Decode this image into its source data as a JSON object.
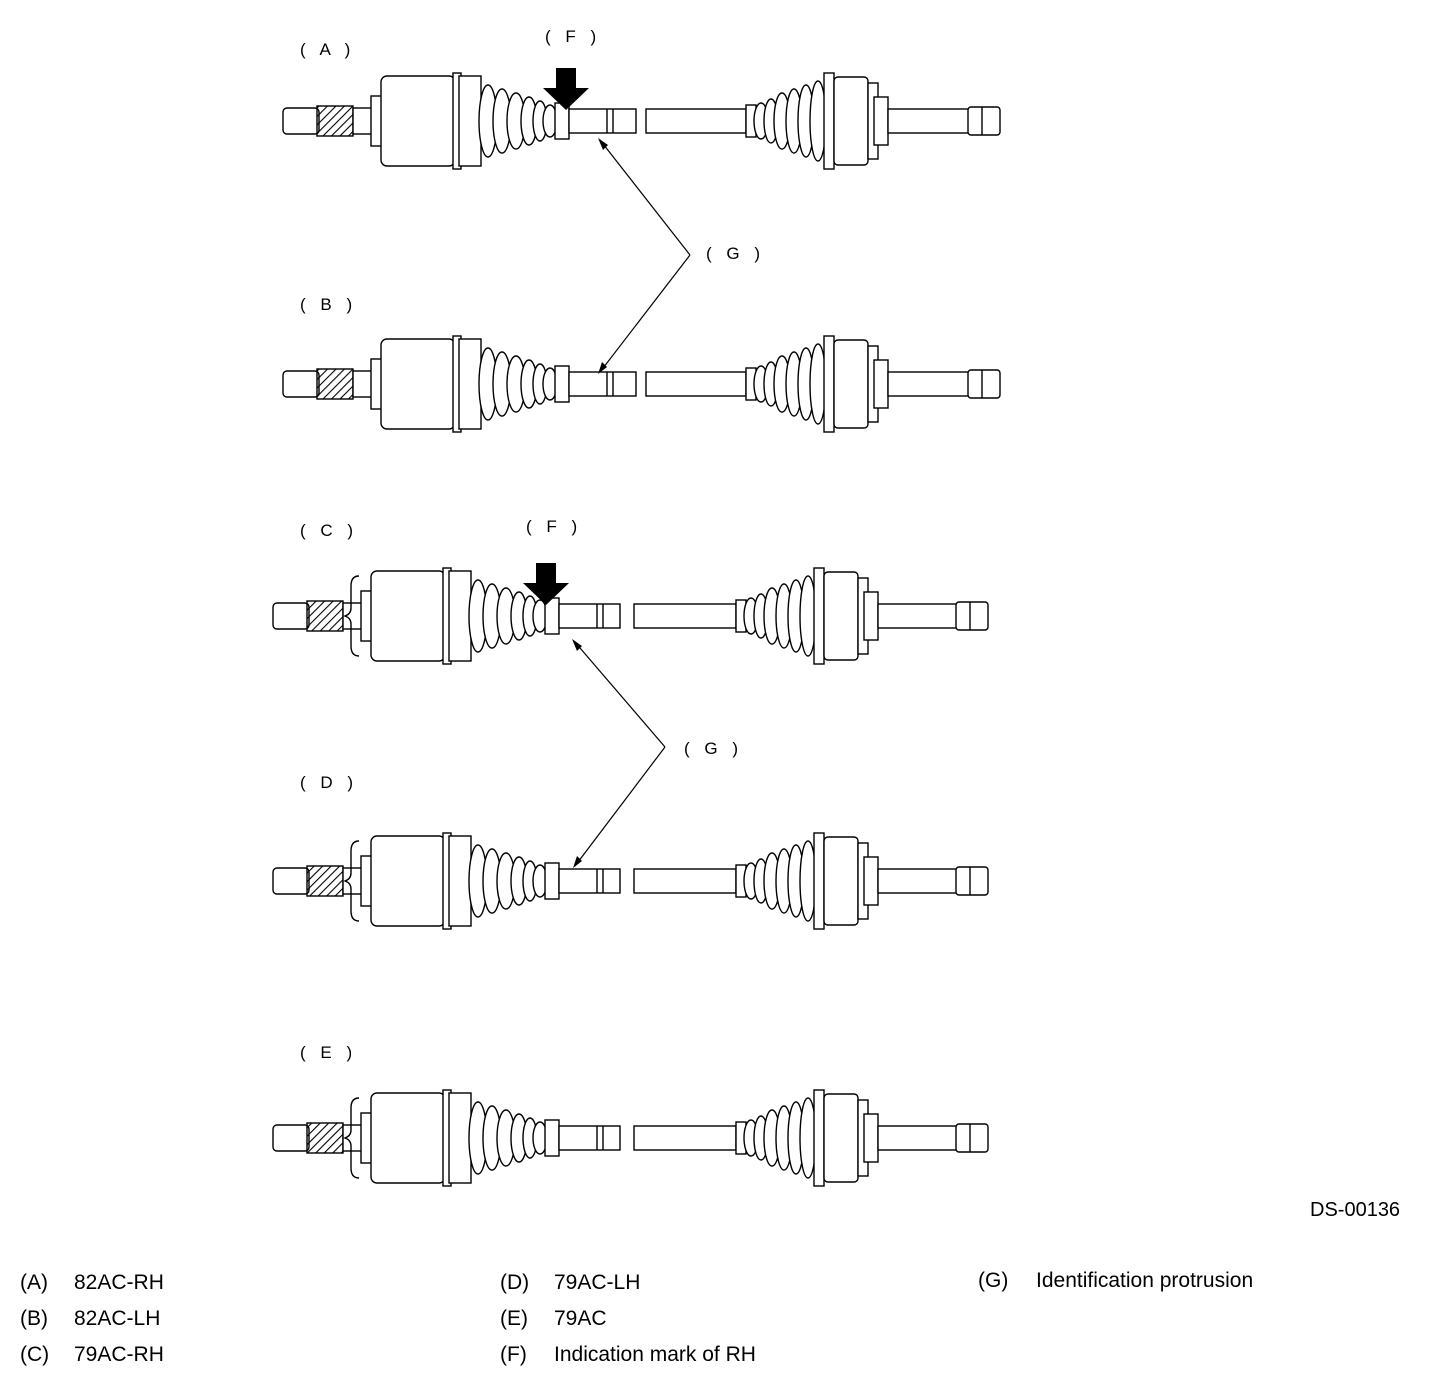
{
  "labels": {
    "A": "( A )",
    "B": "( B )",
    "C": "( C )",
    "D": "( D )",
    "E": "( E )",
    "F_top": "( F )",
    "F_mid": "( F )",
    "G_top": "( G )",
    "G_mid": "( G )"
  },
  "figure_code": "DS-00136",
  "legend": [
    {
      "key": "(A)",
      "text": "82AC-RH"
    },
    {
      "key": "(B)",
      "text": "82AC-LH"
    },
    {
      "key": "(C)",
      "text": "79AC-RH"
    },
    {
      "key": "(D)",
      "text": "79AC-LH"
    },
    {
      "key": "(E)",
      "text": "79AC"
    },
    {
      "key": "(F)",
      "text": "Indication mark of RH"
    },
    {
      "key": "(G)",
      "text": "Identification protrusion"
    }
  ]
}
